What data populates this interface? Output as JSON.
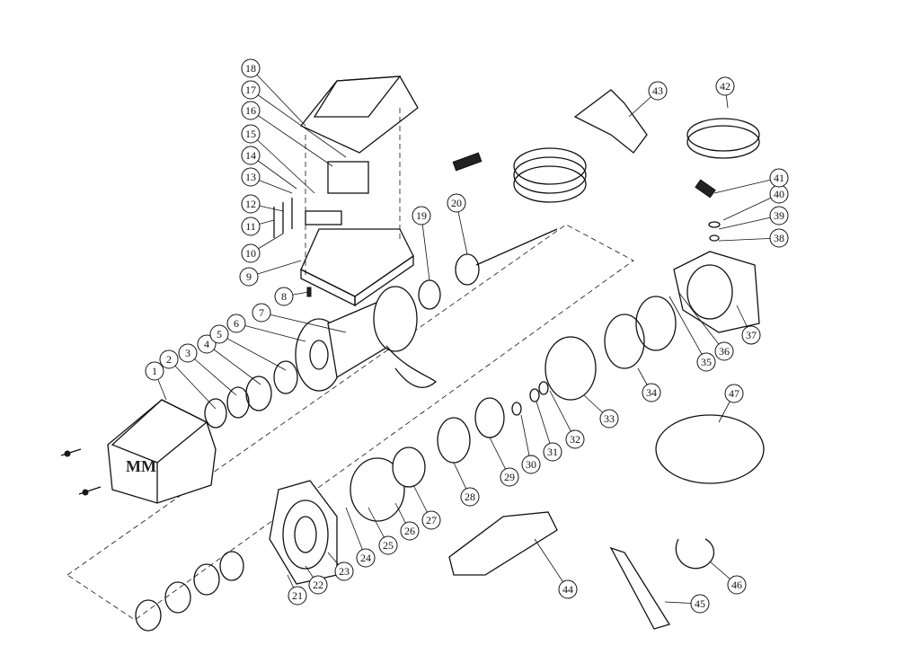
{
  "diagram": {
    "balloons": [
      "1",
      "2",
      "3",
      "4",
      "5",
      "6",
      "7",
      "8",
      "9",
      "10",
      "11",
      "12",
      "13",
      "14",
      "15",
      "16",
      "17",
      "18",
      "19",
      "20",
      "21",
      "22",
      "23",
      "24",
      "25",
      "26",
      "27",
      "28",
      "29",
      "30",
      "31",
      "32",
      "33",
      "34",
      "35",
      "36",
      "37",
      "38",
      "39",
      "40",
      "41",
      "42",
      "43",
      "44",
      "45",
      "46",
      "47"
    ],
    "logo_text": "MM"
  }
}
